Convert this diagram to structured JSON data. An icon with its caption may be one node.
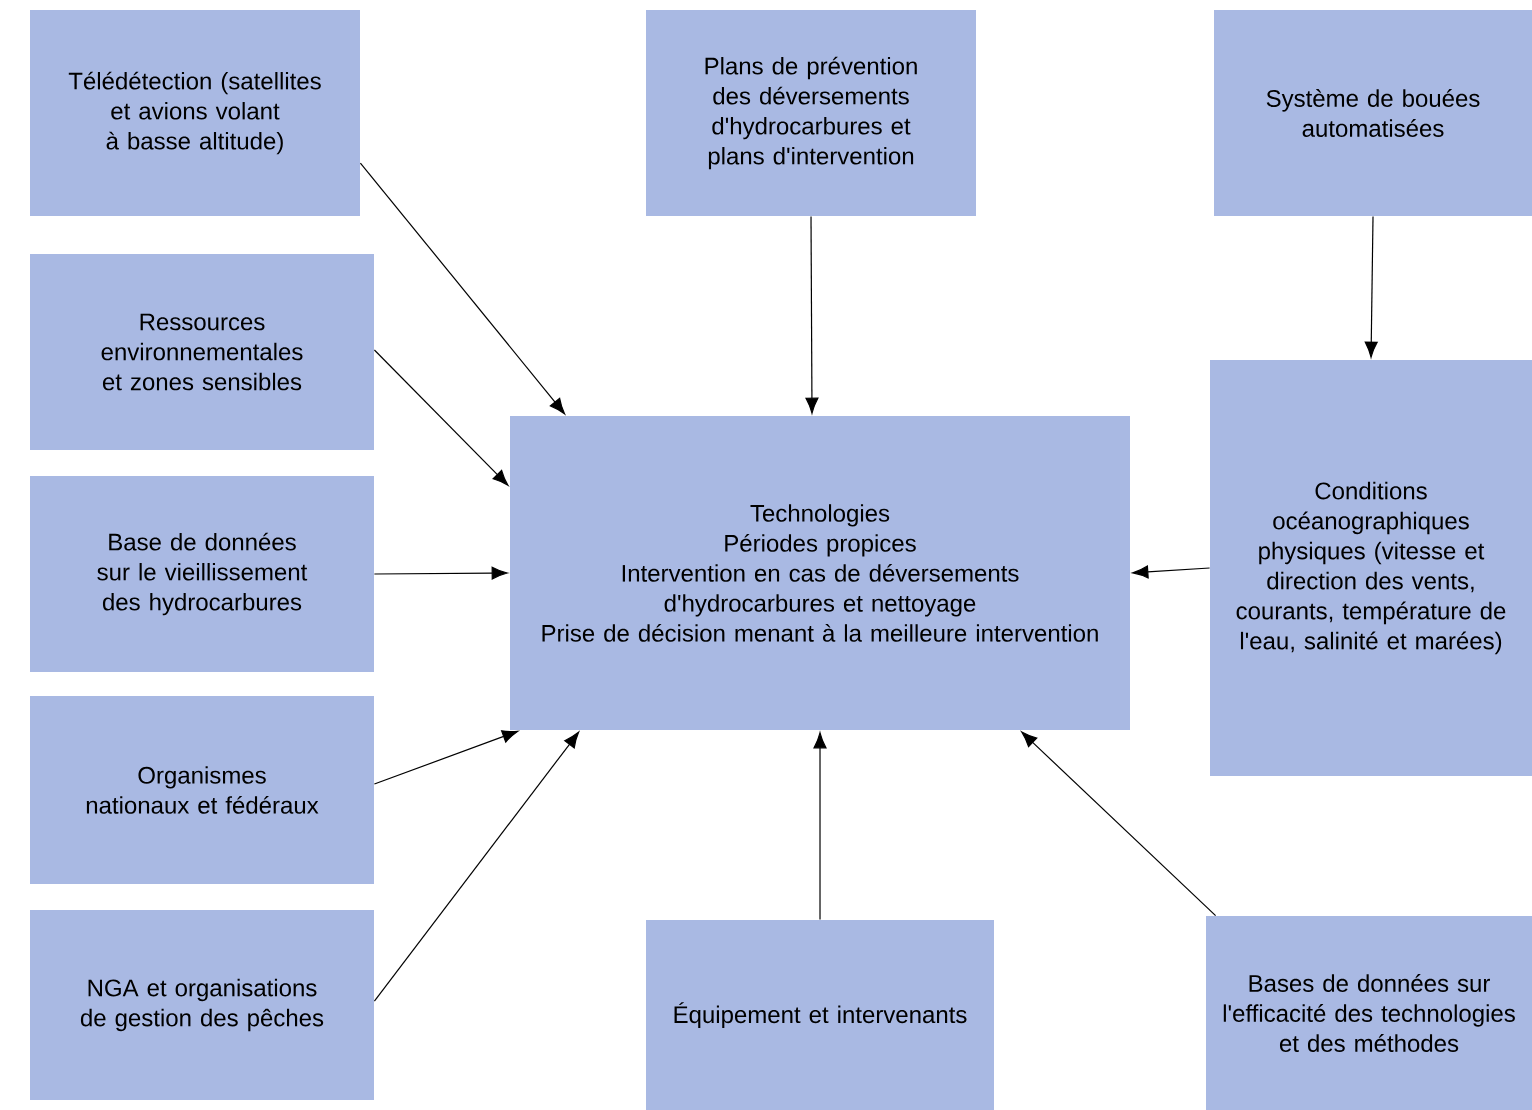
{
  "diagram": {
    "nodes": [
      {
        "text": [
          "Télédétection (satellites et avions volant à basse altitude)"
        ]
      },
      {
        "text": [
          "Plans de prévention des déversements d'hydrocarbures et plans d'intervention"
        ]
      },
      {
        "text": [
          "Système de bouées automatisées"
        ]
      },
      {
        "text": [
          "Ressources environnementales et zones sensibles"
        ]
      },
      {
        "text": [
          "Technologies",
          "Périodes propices",
          "Intervention en cas de déversements d'hydrocarbures et nettoyage",
          "Prise de décision menant à la meilleure intervention"
        ]
      },
      {
        "text": [
          "Conditions océanographiques physiques (vitesse et direction des vents, courants, température de l'eau, salinité et marées)"
        ]
      },
      {
        "text": [
          "Base de données sur le vieillissement des hydrocarbures"
        ]
      },
      {
        "text": [
          "Organismes nationaux et fédéraux"
        ]
      },
      {
        "text": [
          "NGA et organisations de gestion des pêches"
        ]
      },
      {
        "text": [
          "Équipement et intervenants"
        ]
      },
      {
        "text": [
          "Bases de données sur l'efficacité des technologies et des méthodes"
        ]
      }
    ],
    "edges": [
      {
        "from": 0,
        "to": 4,
        "arrow": "to"
      },
      {
        "from": 3,
        "to": 4,
        "arrow": "to"
      },
      {
        "from": 6,
        "to": 4,
        "arrow": "to"
      },
      {
        "from": 7,
        "to": 4,
        "arrow": "to"
      },
      {
        "from": 8,
        "to": 4,
        "arrow": "to"
      },
      {
        "from": 1,
        "to": 4,
        "arrow": "to"
      },
      {
        "from": 9,
        "to": 4,
        "arrow": "to"
      },
      {
        "from": 10,
        "to": 4,
        "arrow": "to"
      },
      {
        "from": 5,
        "to": 4,
        "arrow": "to"
      },
      {
        "from": 2,
        "to": 5,
        "arrow": "to"
      }
    ]
  }
}
